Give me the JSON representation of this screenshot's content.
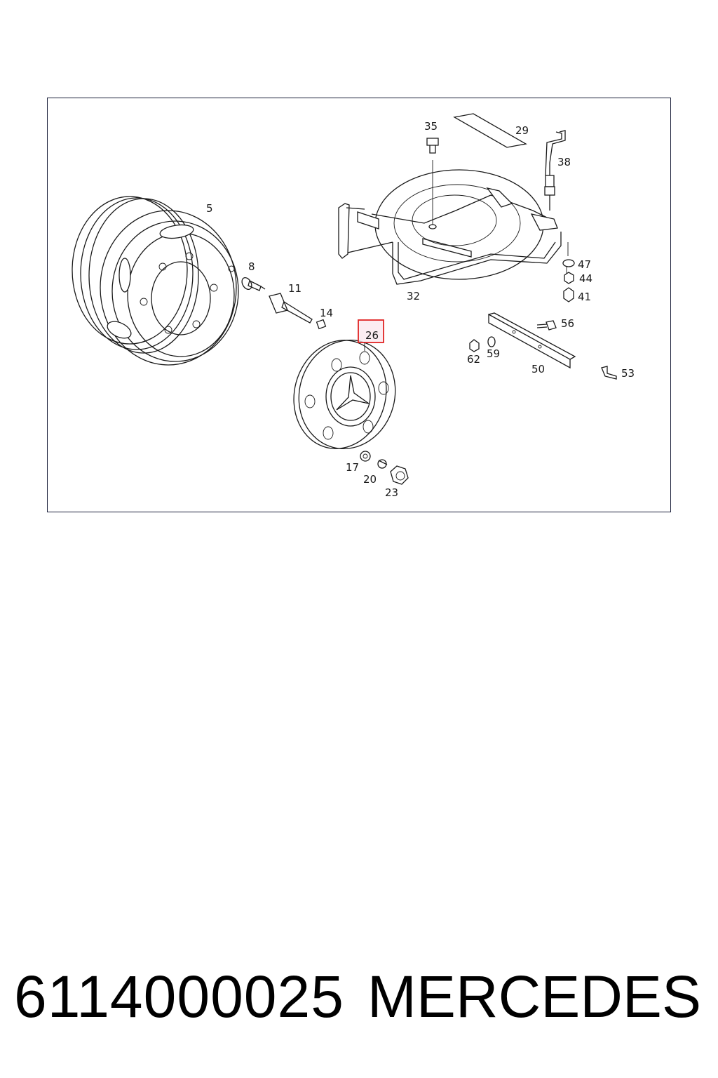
{
  "diagram": {
    "labels": {
      "l5": "5",
      "l8": "8",
      "l11": "11",
      "l14": "14",
      "l17": "17",
      "l20": "20",
      "l23": "23",
      "l26": "26",
      "l29": "29",
      "l32": "32",
      "l35": "35",
      "l38": "38",
      "l41": "41",
      "l44": "44",
      "l47": "47",
      "l50": "50",
      "l53": "53",
      "l56": "56",
      "l59": "59",
      "l62": "62"
    },
    "highlighted_part": "26",
    "highlight_color": "#e02424",
    "line_color": "#1a1a1a",
    "frame_color": "#1a1f3a"
  },
  "footer": {
    "part_number": "6114000025",
    "brand": "MERCEDES"
  }
}
